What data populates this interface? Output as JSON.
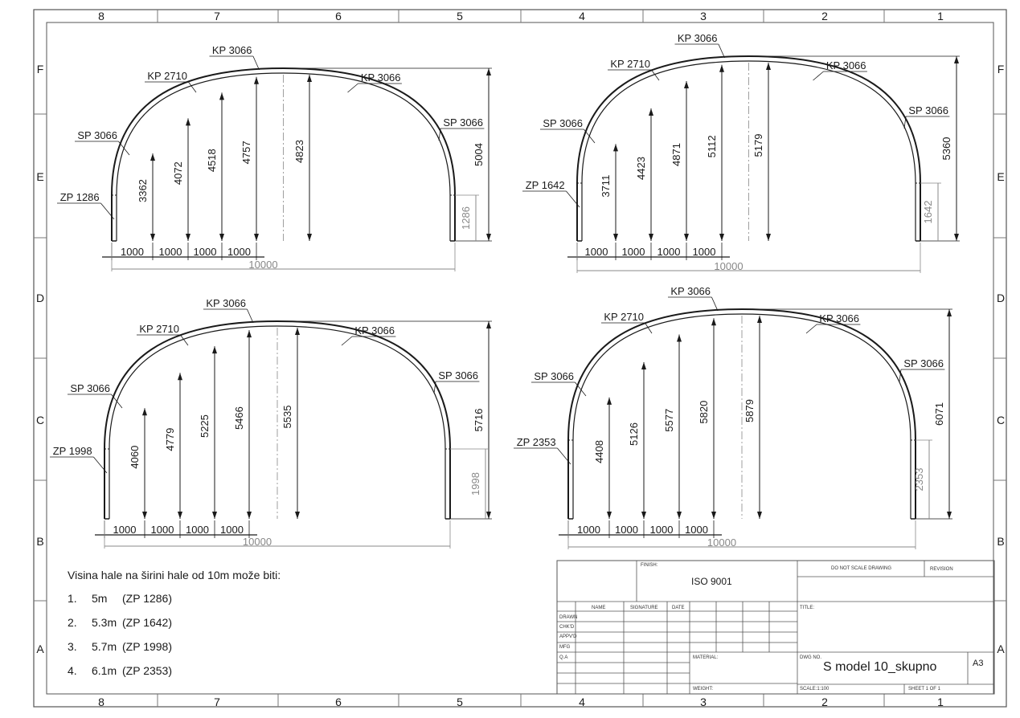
{
  "sheet": {
    "column_labels": [
      "8",
      "7",
      "6",
      "5",
      "4",
      "3",
      "2",
      "1"
    ],
    "row_labels": [
      "F",
      "E",
      "D",
      "C",
      "B",
      "A"
    ]
  },
  "arches": [
    {
      "id": "arch-1",
      "top_label": "KP 3066",
      "upper_left_label": "KP 2710",
      "upper_right_label": "KP 3066",
      "side_left_label": "SP 3066",
      "side_right_label": "SP 3066",
      "base_left_label": "ZP 1286",
      "heights": [
        "3362",
        "4072",
        "4518",
        "4757",
        "4823"
      ],
      "overall_height": "5004",
      "wall_height": "1286",
      "spacings": [
        "1000",
        "1000",
        "1000",
        "1000"
      ],
      "span": "10000"
    },
    {
      "id": "arch-2",
      "top_label": "KP 3066",
      "upper_left_label": "KP 2710",
      "upper_right_label": "KP 3066",
      "side_left_label": "SP 3066",
      "side_right_label": "SP 3066",
      "base_left_label": "ZP 1642",
      "heights": [
        "3711",
        "4423",
        "4871",
        "5112",
        "5179"
      ],
      "overall_height": "5360",
      "wall_height": "1642",
      "spacings": [
        "1000",
        "1000",
        "1000",
        "1000"
      ],
      "span": "10000"
    },
    {
      "id": "arch-3",
      "top_label": "KP 3066",
      "upper_left_label": "KP 2710",
      "upper_right_label": "KP 3066",
      "side_left_label": "SP 3066",
      "side_right_label": "SP 3066",
      "base_left_label": "ZP 1998",
      "heights": [
        "4060",
        "4779",
        "5225",
        "5466",
        "5535"
      ],
      "overall_height": "5716",
      "wall_height": "1998",
      "spacings": [
        "1000",
        "1000",
        "1000",
        "1000"
      ],
      "span": "10000"
    },
    {
      "id": "arch-4",
      "top_label": "KP 3066",
      "upper_left_label": "KP 2710",
      "upper_right_label": "KP 3066",
      "side_left_label": "SP 3066",
      "side_right_label": "SP 3066",
      "base_left_label": "ZP 2353",
      "heights": [
        "4408",
        "5126",
        "5577",
        "5820",
        "5879"
      ],
      "overall_height": "6071",
      "wall_height": "2353",
      "spacings": [
        "1000",
        "1000",
        "1000",
        "1000"
      ],
      "span": "10000"
    }
  ],
  "notes": {
    "title": "Visina hale na  širini hale od 10m može biti:",
    "items": [
      {
        "num": "1.",
        "height": "5m",
        "zp": "(ZP 1286)"
      },
      {
        "num": "2.",
        "height": "5.3m",
        "zp": "(ZP 1642)"
      },
      {
        "num": "3.",
        "height": "5.7m",
        "zp": "(ZP 1998)"
      },
      {
        "num": "4.",
        "height": "6.1m",
        "zp": "(ZP 2353)"
      }
    ]
  },
  "title_block": {
    "finish_label": "FINISH:",
    "finish_value": "ISO 9001",
    "do_not_scale": "DO NOT SCALE DRAWING",
    "revision_label": "REVISION",
    "name_col": "NAME",
    "signature_col": "SIGNATURE",
    "date_col": "DATE",
    "title_label": "TITLE:",
    "rows": [
      "DRAWN",
      "CHK'D",
      "APPV'D",
      "MFG",
      "Q.A"
    ],
    "material_label": "MATERIAL:",
    "weight_label": "WEIGHT:",
    "dwg_no_label": "DWG NO.",
    "dwg_no": "S model 10_skupno",
    "size": "A3",
    "scale": "SCALE:1:100",
    "sheet": "SHEET 1 OF 1"
  }
}
